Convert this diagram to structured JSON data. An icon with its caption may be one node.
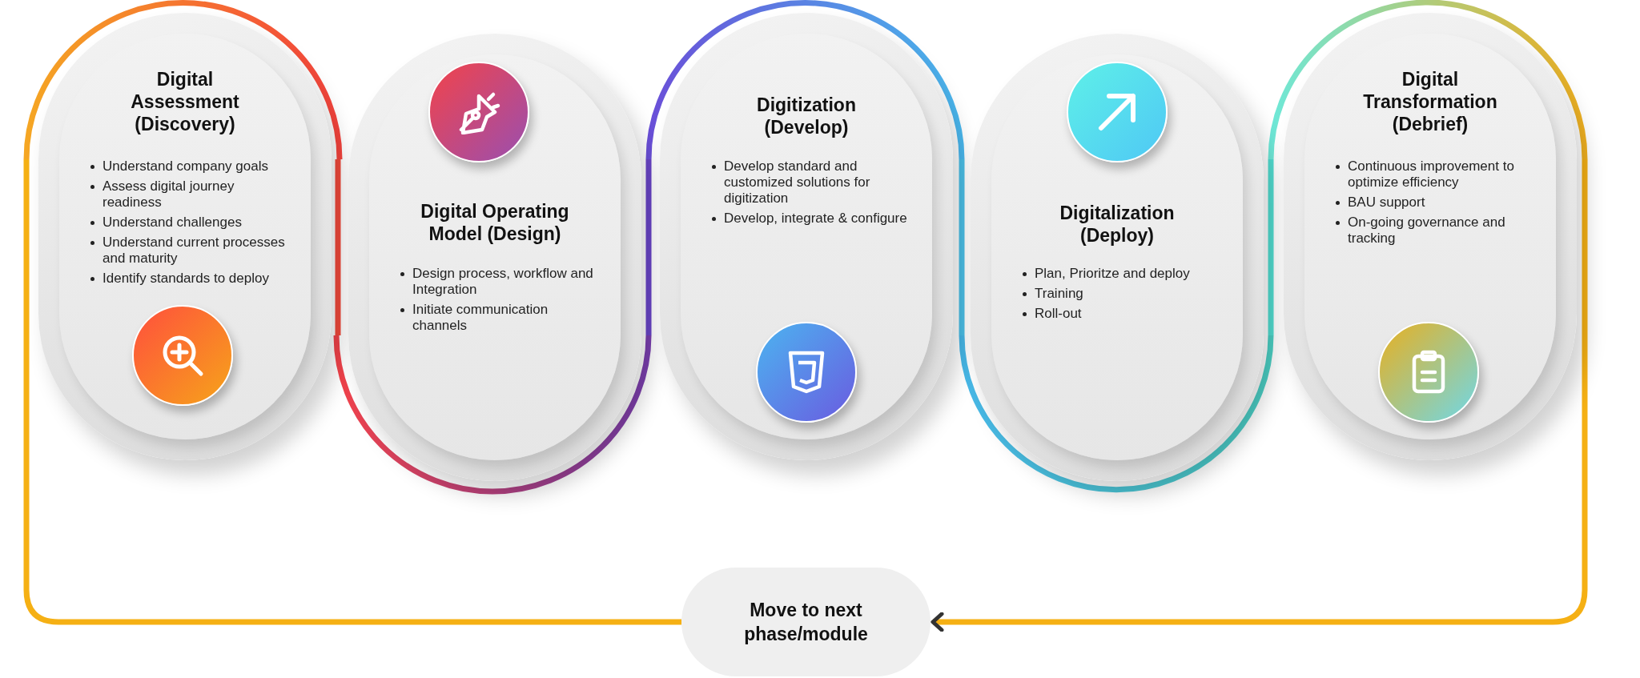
{
  "diagram": {
    "nodes": [
      {
        "text": [
          "Digital Assessment (Discovery)",
          "Understand company goals",
          "Assess digital journey readiness",
          "Understand challenges",
          "Understand current processes and maturity",
          "Identify standards to deploy"
        ]
      },
      {
        "text": [
          "Digital Operating Model (Design)",
          "Design process, workflow and Integration",
          "Initiate communication channels"
        ]
      },
      {
        "text": [
          "Digitization (Develop)",
          "Develop standard and customized solutions for digitization",
          "Develop, integrate & configure"
        ]
      },
      {
        "text": [
          "Digitalization (Deploy)",
          "Plan, Prioritze and deploy",
          "Training",
          "Roll-out"
        ]
      },
      {
        "text": [
          "Digital Transformation (Debrief)",
          "Continuous improvement to optimize efficiency",
          "BAU support",
          "On-going governance and tracking"
        ]
      },
      {
        "text": [
          "Move to next phase/module"
        ]
      }
    ],
    "edges": [
      {
        "from": 0,
        "to": 1,
        "arrow": "none",
        "color": "#f24a3c"
      },
      {
        "from": 1,
        "to": 2,
        "arrow": "none",
        "color": "#6a45c8"
      },
      {
        "from": 2,
        "to": 3,
        "arrow": "none",
        "color": "#4cc0e8"
      },
      {
        "from": 3,
        "to": 4,
        "arrow": "none",
        "color": "#52dcd0"
      },
      {
        "from": 4,
        "to": 5,
        "arrow": "to",
        "color": "#f5b014"
      },
      {
        "from": 5,
        "to": 0,
        "arrow": "none",
        "color": "#f5b014"
      }
    ]
  }
}
